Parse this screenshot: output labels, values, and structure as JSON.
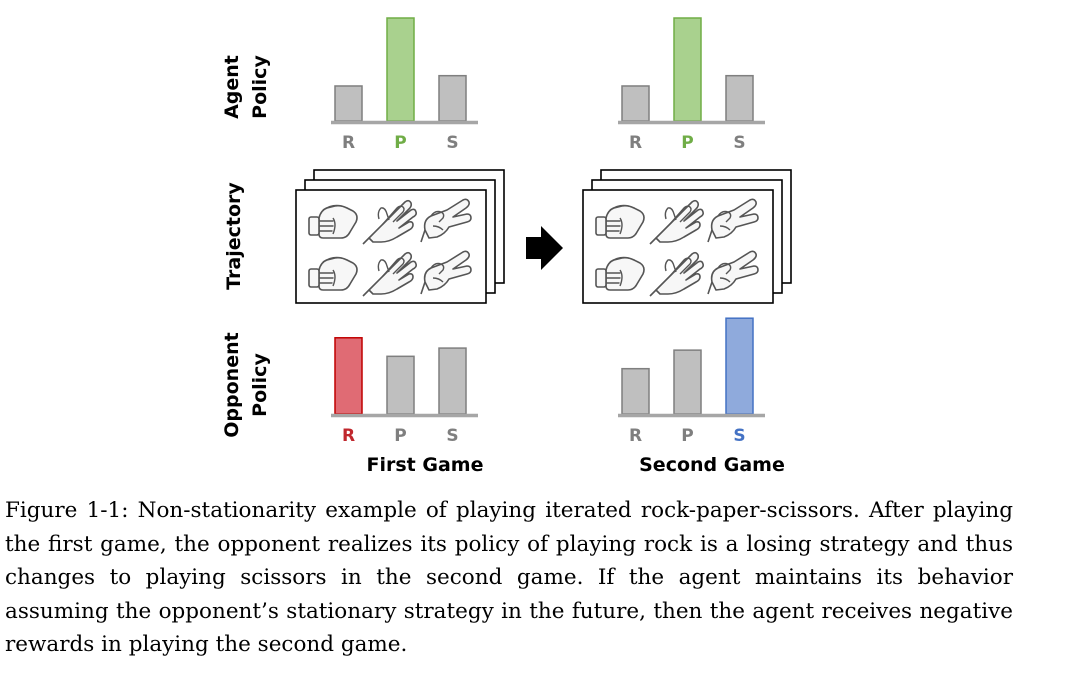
{
  "figure": {
    "row_labels": {
      "agent": [
        "Agent",
        "Policy"
      ],
      "trajectory": "Trajectory",
      "opponent": [
        "Opponent",
        "Policy"
      ]
    },
    "colors": {
      "gray": "#bfbfbf",
      "gray_edge": "#7f7f7f",
      "gray_text": "#7f7f7f",
      "green": "#a9d18e",
      "green_edge": "#70ad47",
      "green_text": "#70ad47",
      "red": "#e06b74",
      "red_edge": "#c00000",
      "red_text": "#c0272d",
      "blue": "#8faadc",
      "blue_edge": "#4472c4",
      "blue_text": "#4472c4",
      "axis": "#a6a6a6"
    },
    "games": [
      {
        "label": "First Game",
        "agent_policy": {
          "categories": [
            "R",
            "P",
            "S"
          ],
          "values": [
            0.34,
            1.0,
            0.44
          ],
          "highlight": "P",
          "highlight_color": "green"
        },
        "trajectory": {
          "rows": [
            [
              "rock-hand-icon",
              "paper-hand-icon",
              "scissors-hand-icon"
            ],
            [
              "rock-hand-icon",
              "paper-hand-icon",
              "scissors-hand-icon"
            ]
          ]
        },
        "opponent_policy": {
          "categories": [
            "R",
            "P",
            "S"
          ],
          "values": [
            0.74,
            0.56,
            0.64
          ],
          "highlight": "R",
          "highlight_color": "red"
        }
      },
      {
        "label": "Second Game",
        "agent_policy": {
          "categories": [
            "R",
            "P",
            "S"
          ],
          "values": [
            0.34,
            1.0,
            0.44
          ],
          "highlight": "P",
          "highlight_color": "green"
        },
        "trajectory": {
          "rows": [
            [
              "rock-hand-icon",
              "paper-hand-icon",
              "scissors-hand-icon"
            ],
            [
              "rock-hand-icon",
              "paper-hand-icon",
              "scissors-hand-icon"
            ]
          ]
        },
        "opponent_policy": {
          "categories": [
            "R",
            "P",
            "S"
          ],
          "values": [
            0.44,
            0.62,
            0.93
          ],
          "highlight": "S",
          "highlight_color": "blue"
        }
      }
    ],
    "arrow_icon": "right-arrow-icon"
  },
  "caption": "Figure 1-1: Non-stationarity example of playing iterated rock-paper-scissors. After playing the first game, the opponent realizes its policy of playing rock is a losing strategy and thus changes to playing scissors in the second game. If the agent maintains its behavior assuming the opponent’s stationary strategy in the future, then the agent receives negative rewards in playing the second game."
}
